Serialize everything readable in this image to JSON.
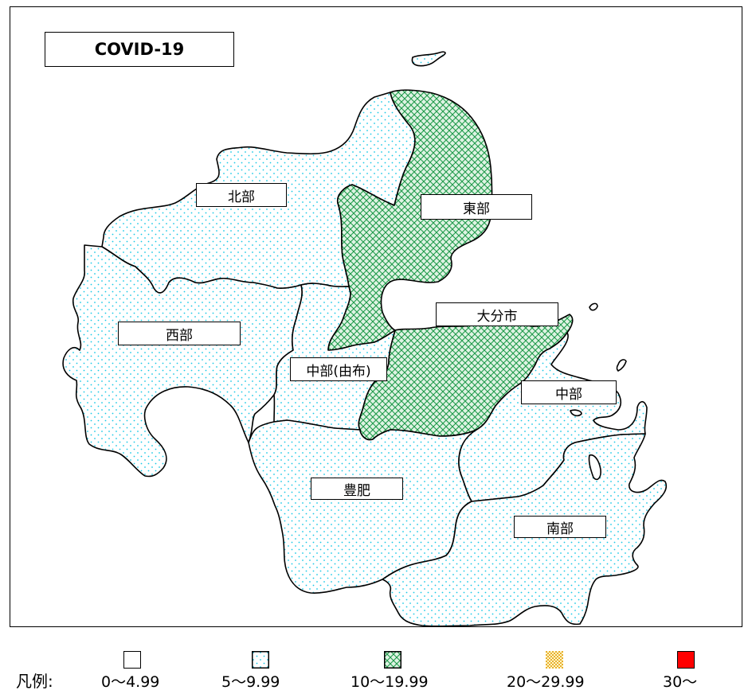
{
  "title": "COVID-19",
  "regions": [
    {
      "name": "北部",
      "category": 1
    },
    {
      "name": "東部",
      "category": 2
    },
    {
      "name": "西部",
      "category": 1
    },
    {
      "name": "大分市",
      "category": 2
    },
    {
      "name": "中部(由布)",
      "category": 1
    },
    {
      "name": "中部",
      "category": 1
    },
    {
      "name": "豊肥",
      "category": 1
    },
    {
      "name": "南部",
      "category": 1
    }
  ],
  "legend": {
    "title": "凡例:",
    "items": [
      {
        "range": "0〜4.99",
        "pattern": "blank",
        "color": "#ffffff"
      },
      {
        "range": "5〜9.99",
        "pattern": "dots",
        "color": "#19c8e6"
      },
      {
        "range": "10〜19.99",
        "pattern": "crosshatch",
        "color": "#1e9a4a"
      },
      {
        "range": "20〜29.99",
        "pattern": "checker",
        "color": "#e8b030"
      },
      {
        "range": "30〜",
        "pattern": "solid",
        "color": "#ff0000"
      }
    ]
  }
}
